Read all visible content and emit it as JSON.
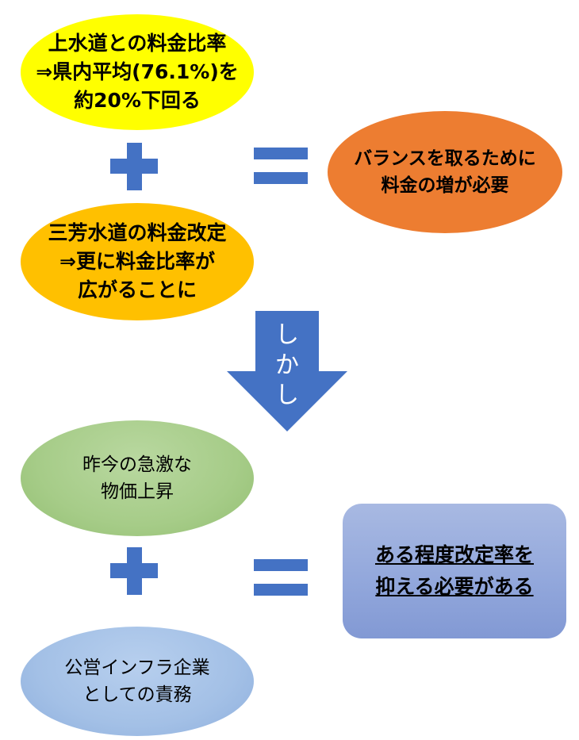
{
  "nodes": {
    "top": "上水道との料金比率\n⇒県内平均(76.1%)を\n約20%下回る",
    "mid": "三芳水道の料金改定\n⇒更に料金比率が\n広がることに",
    "result1": "バランスを取るために\n料金の増が必要",
    "bottom1": "昨今の急激な\n物価上昇",
    "bottom2": "公営インフラ企業\nとしての責務",
    "conclusion": "ある程度改定率を\n抑える必要がある"
  },
  "arrow": {
    "chars": [
      "し",
      "か",
      "し"
    ]
  },
  "colors": {
    "yellow": "#ffff00",
    "amber": "#ffc000",
    "orange": "#ed7d31",
    "green": "#a9d18e",
    "light_blue": "#9dc3e6",
    "periwinkle": "#8faadc",
    "blue_accent": "#4472c4"
  },
  "icons": {
    "plus": "plus-icon",
    "equals": "equals-icon",
    "arrow": "down-arrow-icon"
  }
}
